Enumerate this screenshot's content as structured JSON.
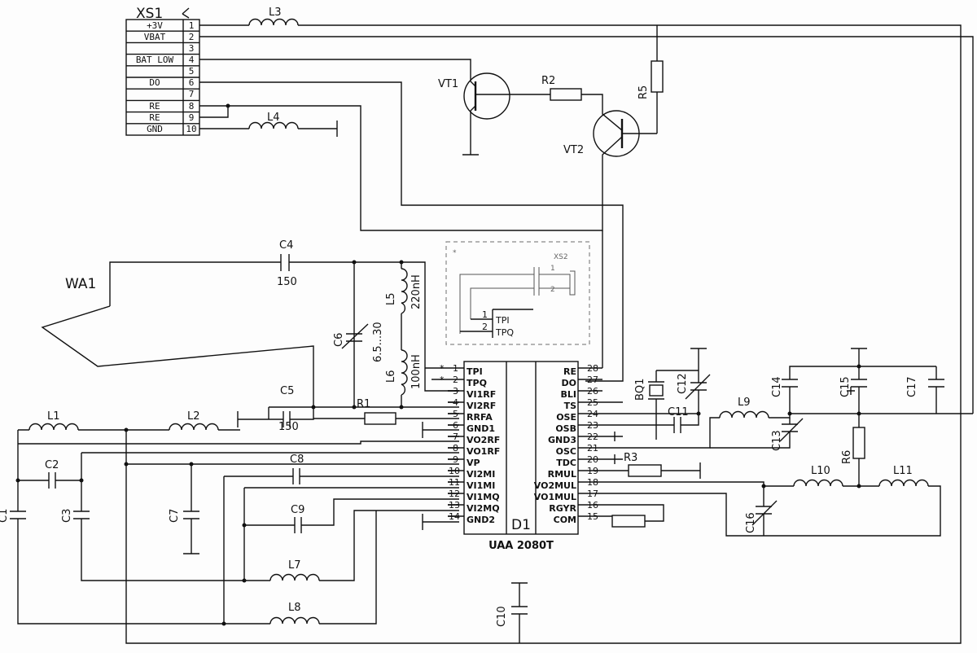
{
  "connector_xs1": {
    "label": "XS1",
    "rows": [
      {
        "name": "+3V",
        "pin": "1"
      },
      {
        "name": "VBAT",
        "pin": "2"
      },
      {
        "name": "",
        "pin": "3"
      },
      {
        "name": "BAT LOW",
        "pin": "4"
      },
      {
        "name": "",
        "pin": "5"
      },
      {
        "name": "DO",
        "pin": "6"
      },
      {
        "name": "",
        "pin": "7"
      },
      {
        "name": "RE",
        "pin": "8"
      },
      {
        "name": "RE",
        "pin": "9"
      },
      {
        "name": "GND",
        "pin": "10"
      }
    ]
  },
  "chip": {
    "ref": "D1",
    "part": "UAA 2080T",
    "left_pins": [
      {
        "num": "1",
        "name": "TPI"
      },
      {
        "num": "2",
        "name": "TPQ"
      },
      {
        "num": "3",
        "name": "VI1RF"
      },
      {
        "num": "4",
        "name": "VI2RF"
      },
      {
        "num": "5",
        "name": "RRFA"
      },
      {
        "num": "6",
        "name": "GND1"
      },
      {
        "num": "7",
        "name": "VO2RF"
      },
      {
        "num": "8",
        "name": "VO1RF"
      },
      {
        "num": "9",
        "name": "VP"
      },
      {
        "num": "10",
        "name": "VI2MI"
      },
      {
        "num": "11",
        "name": "VI1MI"
      },
      {
        "num": "12",
        "name": "VI1MQ"
      },
      {
        "num": "13",
        "name": "VI2MQ"
      },
      {
        "num": "14",
        "name": "GND2"
      }
    ],
    "right_pins": [
      {
        "num": "28",
        "name": "RE"
      },
      {
        "num": "27",
        "name": "DO"
      },
      {
        "num": "26",
        "name": "BLI"
      },
      {
        "num": "25",
        "name": "TS"
      },
      {
        "num": "24",
        "name": "OSE"
      },
      {
        "num": "23",
        "name": "OSB"
      },
      {
        "num": "22",
        "name": "GND3"
      },
      {
        "num": "21",
        "name": "OSC"
      },
      {
        "num": "20",
        "name": "TDC"
      },
      {
        "num": "19",
        "name": "RMUL"
      },
      {
        "num": "18",
        "name": "VO2MUL"
      },
      {
        "num": "17",
        "name": "VO1MUL"
      },
      {
        "num": "16",
        "name": "RGYR"
      },
      {
        "num": "15",
        "name": "COM"
      }
    ],
    "star1": "*",
    "star2": "*"
  },
  "xs2": {
    "star": "*",
    "label": "XS2",
    "pin1": "1",
    "pin2": "2",
    "lead1": "1",
    "lead2": "2",
    "tpi": "TPI",
    "tpq": "TPQ"
  },
  "labels": {
    "L3": "L3",
    "L4": "L4",
    "VT1": "VT1",
    "VT2": "VT2",
    "R2": "R2",
    "R5": "R5",
    "WA1": "WA1",
    "C4": "C4",
    "C4v": "150",
    "C6": "C6",
    "C6v": "6.5...30",
    "L5": "L5",
    "L5v": "220nH",
    "L6": "L6",
    "L6v": "100nH",
    "C5": "C5",
    "C5v": "150",
    "R1": "R1",
    "L1": "L1",
    "L2": "L2",
    "C1": "C1",
    "C2": "C2",
    "C3": "C3",
    "C7": "C7",
    "C8": "C8",
    "C9": "C9",
    "L7": "L7",
    "L8": "L8",
    "C10": "C10",
    "BQ1": "BQ1",
    "C11": "C11",
    "C12": "C12",
    "C13": "C13",
    "C14": "C14",
    "C15": "C15",
    "C16": "C16",
    "C17": "C17",
    "L9": "L9",
    "L10": "L10",
    "L11": "L11",
    "R3": "R3",
    "R6": "R6"
  }
}
